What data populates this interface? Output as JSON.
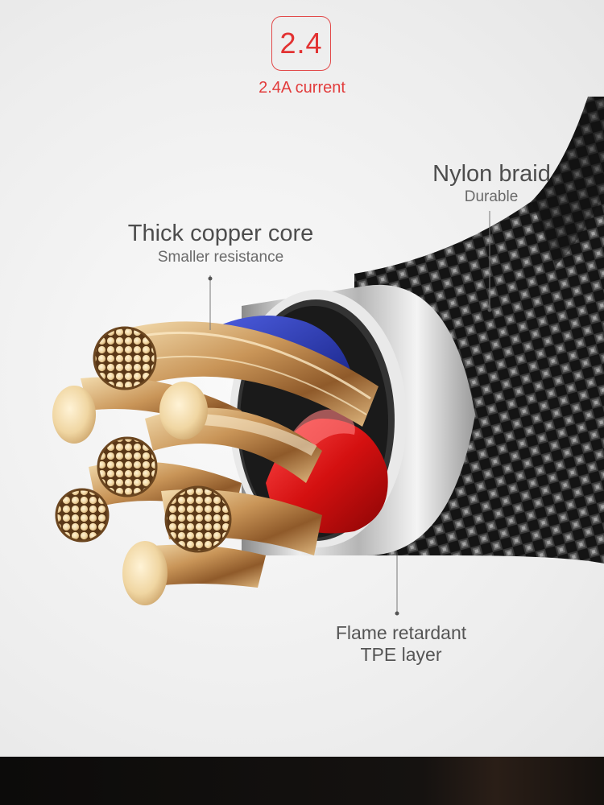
{
  "badge": {
    "value": "2.4",
    "caption": "2.4A current"
  },
  "callouts": {
    "nylon": {
      "title": "Nylon braid",
      "subtitle": "Durable"
    },
    "copper": {
      "title": "Thick copper core",
      "subtitle": "Smaller resistance"
    },
    "flame": {
      "line1": "Flame retardant",
      "line2": "TPE layer"
    }
  },
  "colors": {
    "accent_red": "#e23232",
    "wire_red": "#e01616",
    "wire_blue": "#1d2fb8",
    "copper_gold": "#d8b07a",
    "sleeve_silver": "#c8c8c8",
    "braid_black": "#151515"
  }
}
